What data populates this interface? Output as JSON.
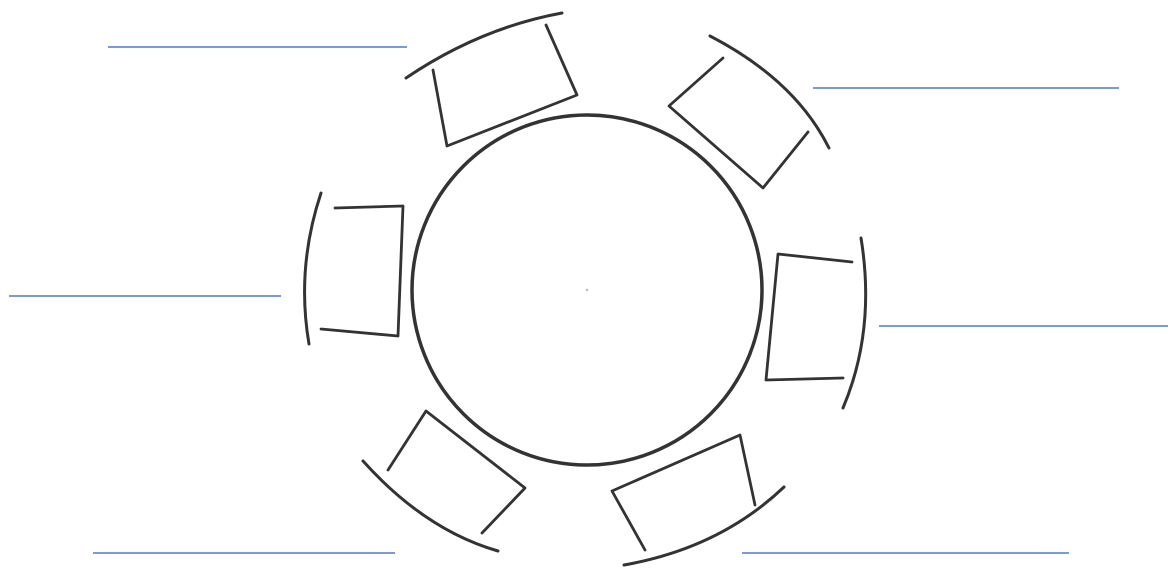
{
  "diagram": {
    "kind": "round-table-seating-worksheet",
    "seat_count": 6,
    "answer_line_count": 6,
    "colors": {
      "sketch": "#333333",
      "answer_line": "#4a78d6",
      "background": "#ffffff"
    }
  }
}
